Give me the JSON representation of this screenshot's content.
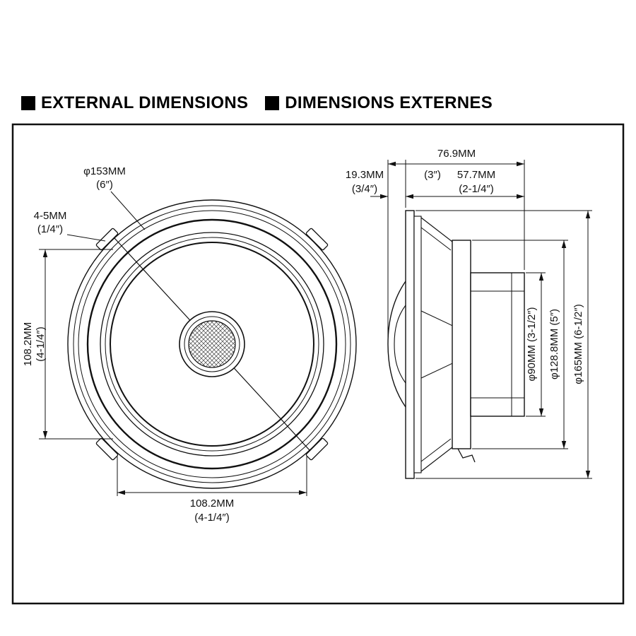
{
  "header": {
    "title_en": "EXTERNAL DIMENSIONS",
    "title_fr": "DIMENSIONS EXTERNES"
  },
  "front": {
    "cutout_mm": "φ153MM",
    "cutout_in": "(6″)",
    "tab_mm": "4-5MM",
    "tab_in": "(1/4″)",
    "vpitch_mm": "108.2MM",
    "vpitch_in": "(4-1/4″)",
    "hpitch_mm": "108.2MM",
    "hpitch_in": "(4-1/4″)"
  },
  "side": {
    "total_mm": "76.9MM",
    "total_in": "(3″)",
    "front_mm": "19.3MM",
    "front_in": "(3/4″)",
    "rear_mm": "57.7MM",
    "rear_in": "(2-1/4″)",
    "magnet_dia": "φ90MM  (3-1/2″)",
    "frame_dia": "φ128.8MM  (5″)",
    "overall_dia": "φ165MM  (6-1/2″)"
  }
}
